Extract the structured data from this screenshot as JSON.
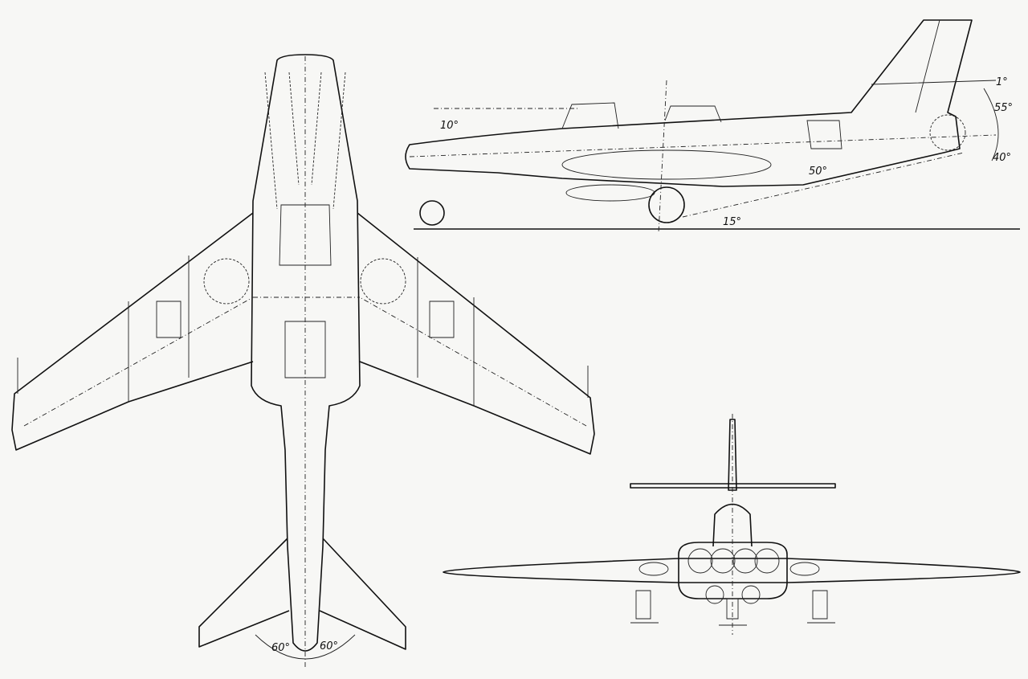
{
  "drawing": {
    "title": "Aircraft three-view drawing",
    "ink_color": "#111111",
    "paper_color": "#f7f7f5",
    "side_view": {
      "angle_fuselage": "10°",
      "angle_stabilizer": "1°",
      "angle_tail_up": "55°",
      "angle_tail_down": "40°",
      "angle_flap": "50°",
      "angle_ground": "15°"
    },
    "top_view": {
      "angle_tail_left": "60°",
      "angle_tail_right": "60°"
    }
  }
}
